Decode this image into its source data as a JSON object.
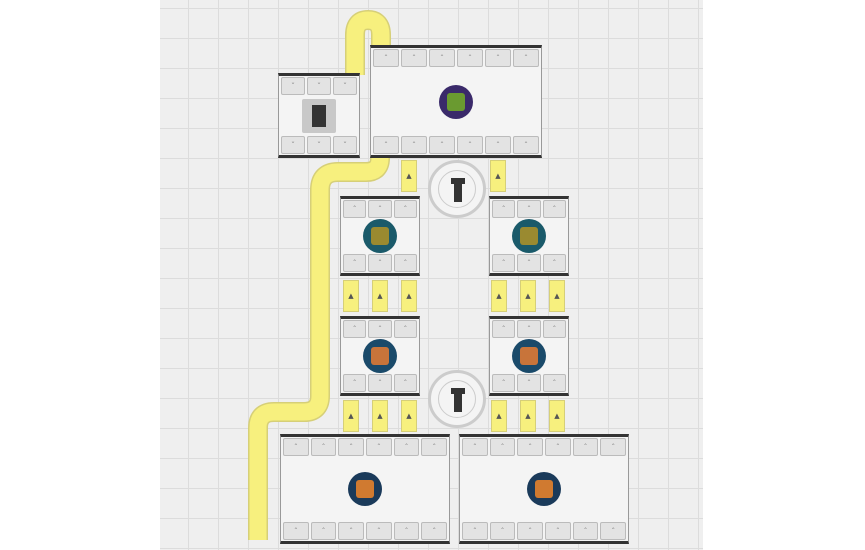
{
  "colors": {
    "board": "#efefef",
    "belt": "#f7f07e",
    "frame": "#333333"
  },
  "machines": [
    {
      "id": "storage",
      "icon": "storage-icon"
    },
    {
      "id": "large-processor",
      "icon": "green-crystal-item-icon"
    },
    {
      "id": "processor-left-1",
      "icon": "ore-item-icon"
    },
    {
      "id": "processor-right-1",
      "icon": "ore-item-icon"
    },
    {
      "id": "processor-left-2",
      "icon": "copper-block-item-icon"
    },
    {
      "id": "processor-right-2",
      "icon": "copper-block-item-icon"
    },
    {
      "id": "output-left",
      "icon": "amber-crystal-item-icon"
    },
    {
      "id": "output-right",
      "icon": "amber-crystal-item-icon"
    }
  ],
  "towers": [
    {
      "icon": "tower-icon"
    },
    {
      "icon": "tower-icon"
    }
  ]
}
